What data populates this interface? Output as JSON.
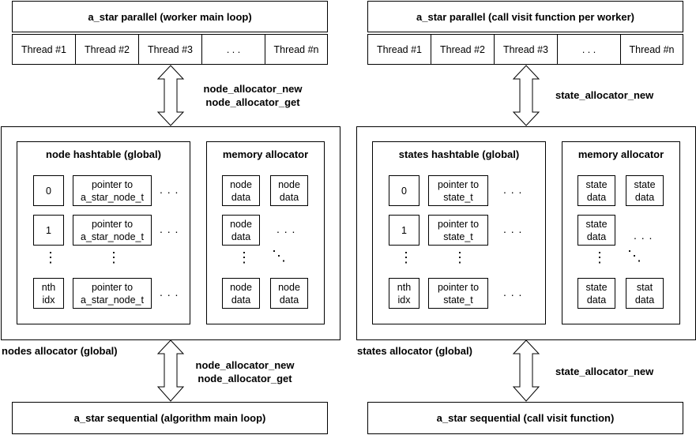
{
  "left": {
    "title": "a_star parallel (worker main loop)",
    "threads": [
      "Thread #1",
      "Thread #2",
      "Thread #3",
      ". . .",
      "Thread #n"
    ],
    "top_arrow_labels": [
      "node_allocator_new",
      "node_allocator_get"
    ],
    "container_label": "nodes allocator (global)",
    "hashtable": {
      "title": "node hashtable (global)",
      "index_cells": [
        "0",
        "1",
        "nth\nidx"
      ],
      "pointer_cells": [
        "pointer to\na_star_node_t",
        "pointer to\na_star_node_t",
        "pointer to\na_star_node_t"
      ]
    },
    "memory": {
      "title": "memory allocator",
      "cells": [
        "node\ndata",
        "node\ndata",
        "node\ndata",
        "node\ndata",
        "node\ndata"
      ]
    },
    "bottom_arrow_labels": [
      "node_allocator_new",
      "node_allocator_get"
    ],
    "footer": "a_star sequential (algorithm main loop)"
  },
  "right": {
    "title": "a_star parallel (call visit function per worker)",
    "threads": [
      "Thread #1",
      "Thread #2",
      "Thread #3",
      ". . .",
      "Thread #n"
    ],
    "top_arrow_labels": [
      "state_allocator_new"
    ],
    "container_label": "states allocator (global)",
    "hashtable": {
      "title": "states hashtable (global)",
      "index_cells": [
        "0",
        "1",
        "nth\nidx"
      ],
      "pointer_cells": [
        "pointer to\nstate_t",
        "pointer to\nstate_t",
        "pointer to\nstate_t"
      ]
    },
    "memory": {
      "title": "memory allocator",
      "cells": [
        "state\ndata",
        "state\ndata",
        "state\ndata",
        "state\ndata",
        "stat\ndata"
      ]
    },
    "bottom_arrow_labels": [
      "state_allocator_new"
    ],
    "footer": "a_star sequential (call visit function)"
  },
  "ellipsis": {
    "horizontal": ". . .",
    "vertical": "⋮",
    "diagonal": "⋱"
  }
}
